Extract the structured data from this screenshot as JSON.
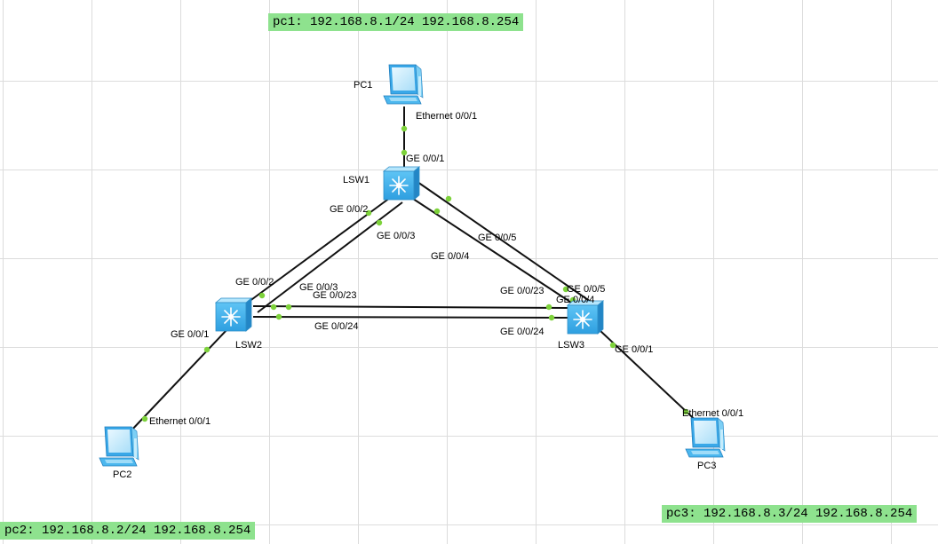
{
  "notes": {
    "pc1": "pc1: 192.168.8.1/24 192.168.8.254",
    "pc2": "pc2: 192.168.8.2/24 192.168.8.254",
    "pc3": "pc3: 192.168.8.3/24 192.168.8.254"
  },
  "devices": {
    "pc1": {
      "name": "PC1",
      "type": "pc-icon"
    },
    "pc2": {
      "name": "PC2",
      "type": "pc-icon"
    },
    "pc3": {
      "name": "PC3",
      "type": "pc-icon"
    },
    "lsw1": {
      "name": "LSW1",
      "type": "switch-icon"
    },
    "lsw2": {
      "name": "LSW2",
      "type": "switch-icon"
    },
    "lsw3": {
      "name": "LSW3",
      "type": "switch-icon"
    }
  },
  "ports": {
    "pc1_eth": "Ethernet 0/0/1",
    "lsw1_ge1": "GE 0/0/1",
    "lsw1_ge2": "GE 0/0/2",
    "lsw1_ge3": "GE 0/0/3",
    "lsw1_ge4": "GE 0/0/4",
    "lsw1_ge5": "GE 0/0/5",
    "lsw2_ge2": "GE 0/0/2",
    "lsw2_ge3": "GE 0/0/3",
    "lsw2_ge23": "GE 0/0/23",
    "lsw2_ge24": "GE 0/0/24",
    "lsw2_ge1": "GE 0/0/1",
    "pc2_eth": "Ethernet 0/0/1",
    "lsw3_ge23": "GE 0/0/23",
    "lsw3_ge5": "GE 0/0/5",
    "lsw3_ge4": "GE 0/0/4",
    "lsw3_ge24": "GE 0/0/24",
    "lsw3_ge1": "GE 0/0/1",
    "pc3_eth": "Ethernet 0/0/1"
  },
  "colors": {
    "note_bg": "#8ee28e",
    "link": "#111111",
    "port_dot": "#7dd23a",
    "switch_body": "#49b6ee",
    "pc_body": "#62c3f3"
  }
}
